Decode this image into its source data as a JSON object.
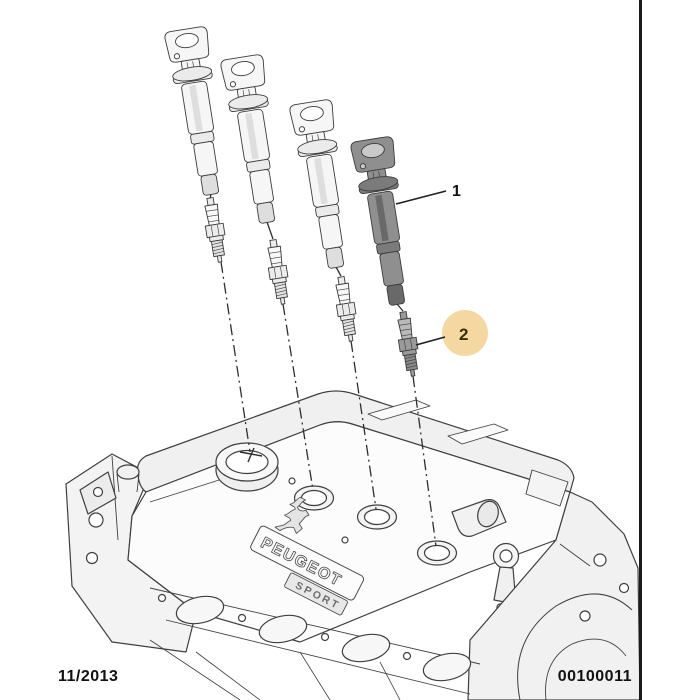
{
  "page": {
    "background": "#ffffff",
    "right_border_color": "#1a1a1a"
  },
  "diagram": {
    "engine_brand": {
      "logo": "peugeot-lion-icon",
      "text": "PEUGEOT",
      "subtext": "SPORT"
    },
    "parts": {
      "ignition_coils": {
        "count": 4,
        "dark_highlighted_index": 4
      },
      "spark_plugs": {
        "count": 4,
        "dark_highlighted_index": 4
      }
    },
    "callouts": [
      {
        "number": "1",
        "points_to": "ignition-coil-4",
        "highlighted": false
      },
      {
        "number": "2",
        "points_to": "spark-plug-4",
        "highlighted": true,
        "highlight_color": "#f5d7a2"
      }
    ]
  },
  "footer": {
    "date": "11/2013",
    "document_number": "00100011"
  }
}
